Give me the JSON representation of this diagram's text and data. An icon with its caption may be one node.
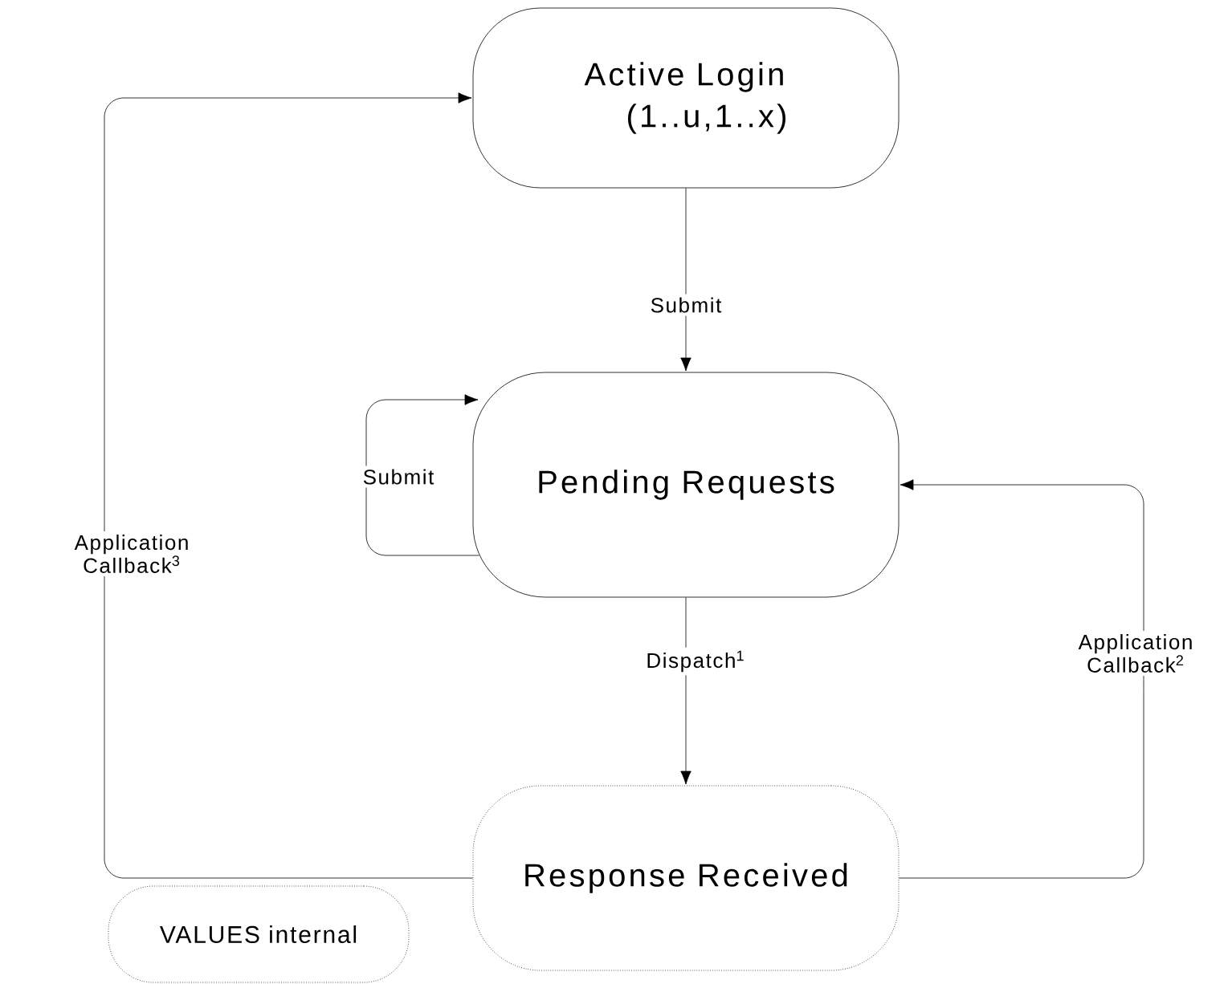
{
  "diagram": {
    "nodes": [
      {
        "text": [
          "Active Login",
          "(1..u,1..x)"
        ]
      },
      {
        "text": [
          "Pending Requests"
        ]
      },
      {
        "text": [
          "Response Received"
        ]
      },
      {
        "text": [
          "VALUES internal"
        ]
      }
    ],
    "edges": [
      {
        "from": 0,
        "to": 1,
        "arrow": "to",
        "label": "Submit"
      },
      {
        "from": 1,
        "to": 1,
        "arrow": "to",
        "label": "Submit"
      },
      {
        "from": 1,
        "to": 2,
        "arrow": "to",
        "label": "Dispatch$^{1}$"
      },
      {
        "from": 2,
        "to": 1,
        "arrow": "to",
        "label": "Application Callback$^{2}$"
      },
      {
        "from": 2,
        "to": 0,
        "arrow": "to",
        "label": "Application Callback$^{3}$"
      }
    ]
  }
}
